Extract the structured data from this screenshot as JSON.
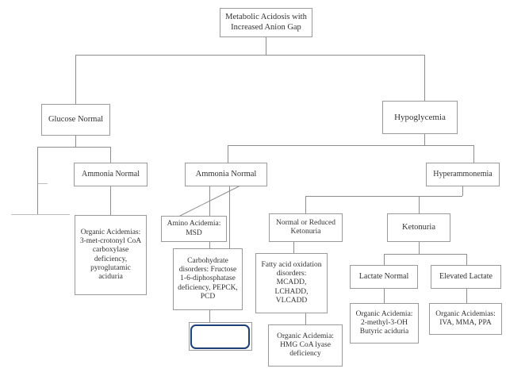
{
  "diagram": {
    "title": "Metabolic Acidosis with Increased Anion Gap diagnostic flowchart",
    "type": "flowchart",
    "accent_color": "#1f3f77",
    "box_border_color": "#9a9a9a",
    "connector_color": "#8d8d8d",
    "background": "#ffffff",
    "nodes": [
      {
        "id": "root",
        "label": "Metabolic Acidosis with\nIncreased Anion Gap"
      },
      {
        "id": "glucose_normal",
        "label": "Glucose Normal"
      },
      {
        "id": "hypoglycemia",
        "label": "Hypoglycemia"
      },
      {
        "id": "ammonia_normal_left",
        "label": "Ammonia Normal"
      },
      {
        "id": "ammonia_normal_mid",
        "label": "Ammonia Normal"
      },
      {
        "id": "hyperammonemia",
        "label": "Hyperammonemia"
      },
      {
        "id": "organic_acidemias_left",
        "label": "Organic Acidemias:\n3-met-crotonyl CoA\ncarboxylase\ndeficiency,\npyroglutamic\naciduria"
      },
      {
        "id": "amino_acidemia",
        "label": "Amino Acidemia:\nMSD"
      },
      {
        "id": "carbohydrate_disorders",
        "label": "Carbohydrate\ndisorders:  Fructose\n1-6-diphosphatase\ndeficiency, PEPCK,\nPCD"
      },
      {
        "id": "normal_reduced_ketonuria",
        "label": "Normal or Reduced\nKetonuria"
      },
      {
        "id": "fatty_acid_oxidation",
        "label": "Fatty acid oxidation\ndisorders:\nMCADD,\nLCHADD,\nVLCADD"
      },
      {
        "id": "hmg_coa_lyase",
        "label": "Organic Acidemia:\nHMG CoA lyase\ndeficiency"
      },
      {
        "id": "ketonuria",
        "label": "Ketonuria"
      },
      {
        "id": "lactate_normal",
        "label": "Lactate Normal"
      },
      {
        "id": "elevated_lactate",
        "label": "Elevated Lactate"
      },
      {
        "id": "organic_acidemia_2methyl",
        "label": "Organic Acidemia:\n2-methyl-3-OH\nButyric aciduria"
      },
      {
        "id": "organic_acidemias_iva",
        "label": "Organic Acidemias:\nIVA, MMA, PPA"
      },
      {
        "id": "blank_selected",
        "label": ""
      },
      {
        "id": "blank_hidden",
        "label": ""
      }
    ]
  }
}
